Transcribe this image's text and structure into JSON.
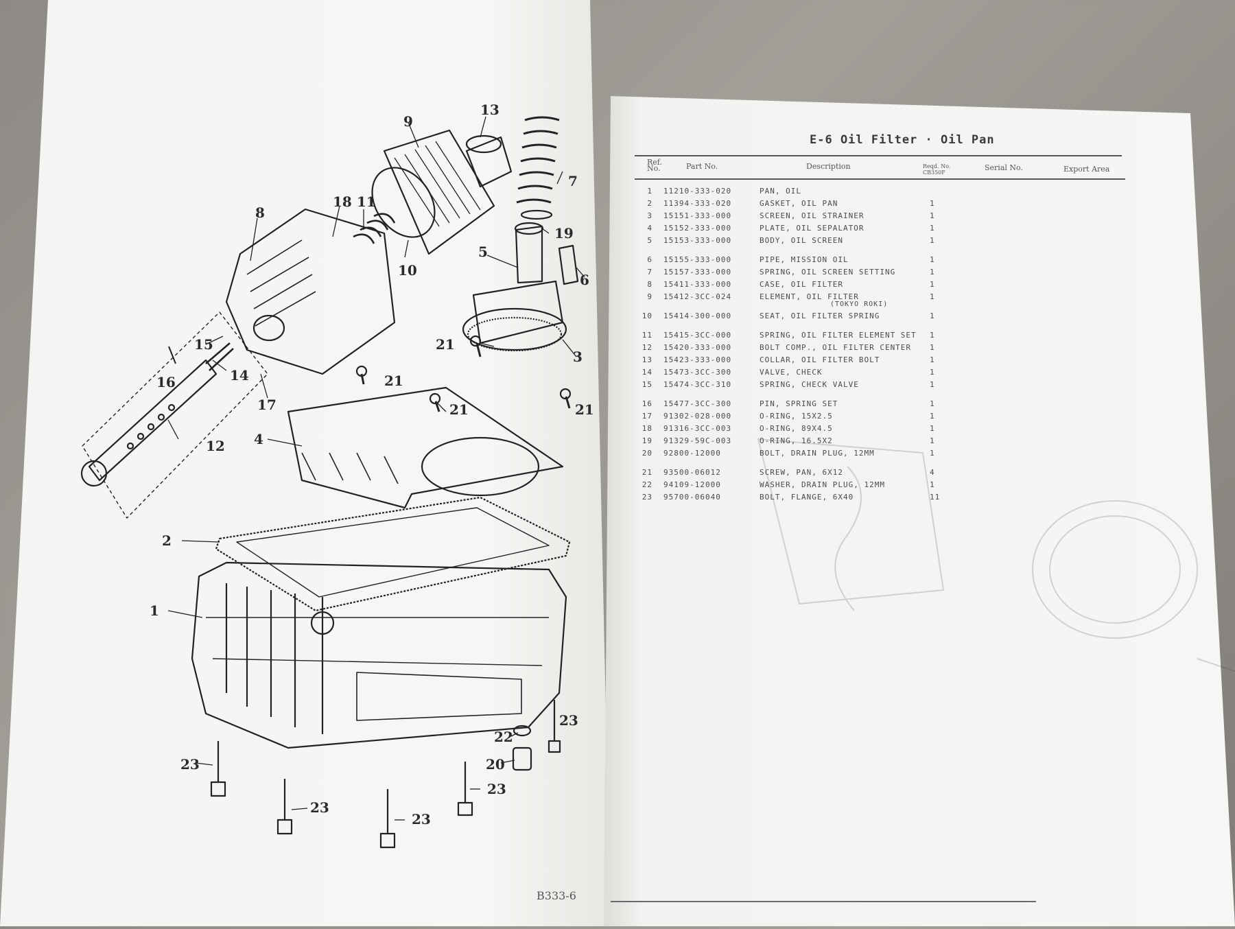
{
  "diagram": {
    "callouts": [
      {
        "id": "c13",
        "text": "13"
      },
      {
        "id": "c9",
        "text": "9"
      },
      {
        "id": "c7",
        "text": "7"
      },
      {
        "id": "c8",
        "text": "8"
      },
      {
        "id": "c18",
        "text": "18"
      },
      {
        "id": "c11",
        "text": "11"
      },
      {
        "id": "c19",
        "text": "19"
      },
      {
        "id": "c10",
        "text": "10"
      },
      {
        "id": "c5",
        "text": "5"
      },
      {
        "id": "c6",
        "text": "6"
      },
      {
        "id": "c15",
        "text": "15"
      },
      {
        "id": "c21a",
        "text": "21"
      },
      {
        "id": "c3",
        "text": "3"
      },
      {
        "id": "c16",
        "text": "16"
      },
      {
        "id": "c14",
        "text": "14"
      },
      {
        "id": "c21b",
        "text": "21"
      },
      {
        "id": "c17",
        "text": "17"
      },
      {
        "id": "c21c",
        "text": "21"
      },
      {
        "id": "c21d",
        "text": "21"
      },
      {
        "id": "c12",
        "text": "12"
      },
      {
        "id": "c4",
        "text": "4"
      },
      {
        "id": "c2",
        "text": "2"
      },
      {
        "id": "c1",
        "text": "1"
      },
      {
        "id": "c23a",
        "text": "23"
      },
      {
        "id": "c22",
        "text": "22"
      },
      {
        "id": "c23b",
        "text": "23"
      },
      {
        "id": "c20",
        "text": "20"
      },
      {
        "id": "c23c",
        "text": "23"
      },
      {
        "id": "c23d",
        "text": "23"
      },
      {
        "id": "c23e",
        "text": "23"
      },
      {
        "id": "c23f",
        "text": "23"
      }
    ],
    "page_code": "B333-6"
  },
  "parts_list": {
    "title": "E-6 Oil Filter · Oil Pan",
    "columns": {
      "ref": "Ref. No.",
      "part": "Part No.",
      "description": "Description",
      "reqd": "Reqd. No. CB350F",
      "serial": "Serial No.",
      "export": "Export Area"
    },
    "rows": [
      {
        "ref": "1",
        "part": "11210-333-020",
        "desc": "PAN, OIL",
        "qty": ""
      },
      {
        "ref": "2",
        "part": "11394-333-020",
        "desc": "GASKET, OIL PAN",
        "qty": "1"
      },
      {
        "ref": "3",
        "part": "15151-333-000",
        "desc": "SCREEN, OIL STRAINER",
        "qty": "1"
      },
      {
        "ref": "4",
        "part": "15152-333-000",
        "desc": "PLATE, OIL SEPALATOR",
        "qty": "1"
      },
      {
        "ref": "5",
        "part": "15153-333-000",
        "desc": "BODY, OIL SCREEN",
        "qty": "1"
      },
      {
        "ref": "6",
        "part": "15155-333-000",
        "desc": "PIPE, MISSION OIL",
        "qty": "1"
      },
      {
        "ref": "7",
        "part": "15157-333-000",
        "desc": "SPRING, OIL SCREEN SETTING",
        "qty": "1"
      },
      {
        "ref": "8",
        "part": "15411-333-000",
        "desc": "CASE, OIL FILTER",
        "qty": "1"
      },
      {
        "ref": "9",
        "part": "15412-3CC-024",
        "desc": "ELEMENT, OIL FILTER",
        "qty": "1"
      },
      {
        "ref": "10",
        "part": "15414-300-000",
        "desc": "SEAT, OIL FILTER SPRING",
        "qty": "1"
      },
      {
        "ref": "11",
        "part": "15415-3CC-000",
        "desc": "SPRING, OIL FILTER ELEMENT SET",
        "qty": "1"
      },
      {
        "ref": "12",
        "part": "15420-333-000",
        "desc": "BOLT COMP., OIL FILTER CENTER",
        "qty": "1"
      },
      {
        "ref": "13",
        "part": "15423-333-000",
        "desc": "COLLAR, OIL FILTER BOLT",
        "qty": "1"
      },
      {
        "ref": "14",
        "part": "15473-3CC-300",
        "desc": "VALVE, CHECK",
        "qty": "1"
      },
      {
        "ref": "15",
        "part": "15474-3CC-310",
        "desc": "SPRING, CHECK VALVE",
        "qty": "1"
      },
      {
        "ref": "16",
        "part": "15477-3CC-300",
        "desc": "PIN, SPRING SET",
        "qty": "1"
      },
      {
        "ref": "17",
        "part": "91302-028-000",
        "desc": "O-RING, 15X2.5",
        "qty": "1"
      },
      {
        "ref": "18",
        "part": "91316-3CC-003",
        "desc": "O-RING, 89X4.5",
        "qty": "1"
      },
      {
        "ref": "19",
        "part": "91329-59C-003",
        "desc": "O-RING, 16.5X2",
        "qty": "1"
      },
      {
        "ref": "20",
        "part": "92800-12000",
        "desc": "BOLT, DRAIN PLUG, 12MM",
        "qty": "1"
      },
      {
        "ref": "21",
        "part": "93500-06012",
        "desc": "SCREW, PAN, 6X12",
        "qty": "4"
      },
      {
        "ref": "22",
        "part": "94109-12000",
        "desc": "WASHER, DRAIN PLUG, 12MM",
        "qty": "1"
      },
      {
        "ref": "23",
        "part": "95700-06040",
        "desc": "BOLT, FLANGE, 6X40",
        "qty": "11"
      }
    ],
    "note_9": "(TOKYO ROKI)"
  }
}
